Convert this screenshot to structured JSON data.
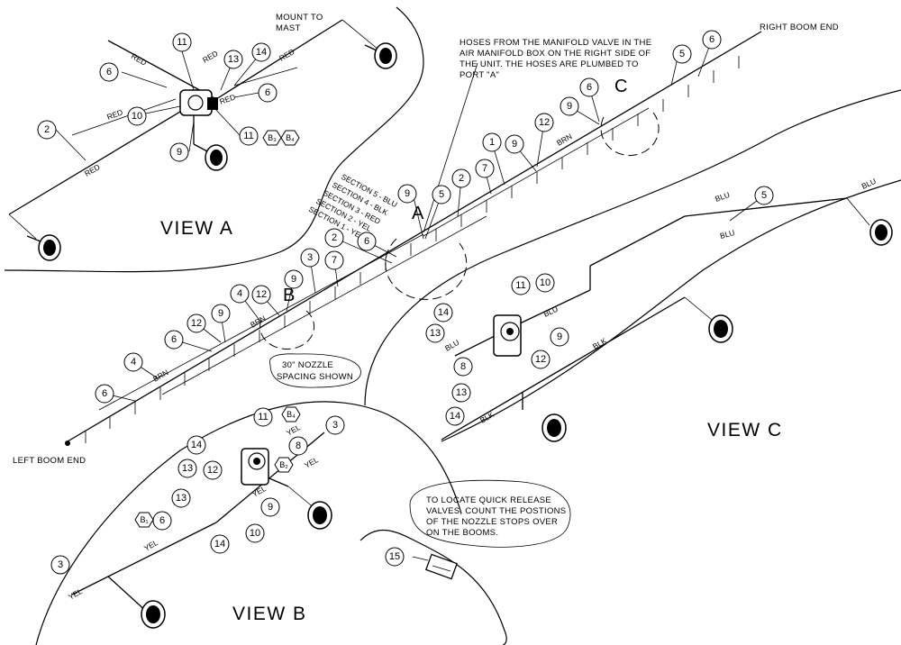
{
  "notes": {
    "mount_to_mast": [
      "MOUNT TO",
      "MAST"
    ],
    "right_boom_end": "RIGHT BOOM END",
    "left_boom_end": "LEFT BOOM END",
    "hoses": [
      "HOSES FROM THE MANIFOLD VALVE IN THE",
      "AIR MANIFOLD BOX ON THE RIGHT SIDE OF",
      "THE UNIT. THE HOSES ARE PLUMBED TO",
      "PORT \"A\""
    ],
    "nozzle_spacing": [
      "30\" NOZZLE",
      "SPACING SHOWN"
    ],
    "quick_release": [
      "TO LOCATE QUICK RELEASE",
      "VALVES, COUNT THE POSTIONS",
      "OF THE NOZZLE STOPS OVER",
      "ON THE BOOMS."
    ]
  },
  "views": {
    "a": "VIEW A",
    "b": "VIEW B",
    "c": "VIEW C"
  },
  "detail_letters": {
    "a": "A",
    "b": "B",
    "c": "C"
  },
  "sections": [
    "SECTION 5 - BLU",
    "SECTION 4 - BLK",
    "SECTION 3 - RED",
    "SECTION 2 - YEL",
    "SECTION 1 - YEL"
  ],
  "hose_labels": {
    "red1": "RED",
    "red2": "RED",
    "red3": "RED",
    "red4": "RED",
    "red5": "RED",
    "red6": "RED",
    "blu1": "BLU",
    "blu2": "BLU",
    "blu3": "BLU",
    "blu4": "BLU",
    "blk1": "BLK",
    "blk2": "BLK",
    "yel1": "YEL",
    "yel2": "YEL",
    "yel3": "YEL",
    "yel4": "YEL",
    "yel5": "YEL",
    "brn1": "BRN",
    "brn2": "BRN",
    "brn3": "BRN"
  },
  "callouts": {
    "c1": "11",
    "c2": "13",
    "c3": "14",
    "c4": "6",
    "c5": "6",
    "c6": "10",
    "c7": "2",
    "c8": "9",
    "c9": "11",
    "c10": "9",
    "c11": "5",
    "c12": "2",
    "c13": "7",
    "c14": "1",
    "c15": "9",
    "c16": "12",
    "c17": "6",
    "c18": "9",
    "c19": "5",
    "c20": "6",
    "c21": "2",
    "c22": "6",
    "c23": "3",
    "c24": "7",
    "c25": "9",
    "c26": "4",
    "c27": "12",
    "c28": "12",
    "c29": "9",
    "c30": "6",
    "c31": "4",
    "c32": "6",
    "c33": "5",
    "c34": "11",
    "c35": "10",
    "c36": "14",
    "c37": "13",
    "c38": "9",
    "c39": "8",
    "c40": "12",
    "c41": "13",
    "c42": "14",
    "c43": "11",
    "c44": "3",
    "c45": "14",
    "c46": "8",
    "c47": "13",
    "c48": "12",
    "c49": "13",
    "c50": "6",
    "c51": "9",
    "c52": "14",
    "c53": "10",
    "c54": "3",
    "c55": "15"
  },
  "hex_tags": {
    "h1": "B₃",
    "h2": "B₄",
    "h3": "B₄",
    "h4": "B₂",
    "h5": "B₁"
  }
}
